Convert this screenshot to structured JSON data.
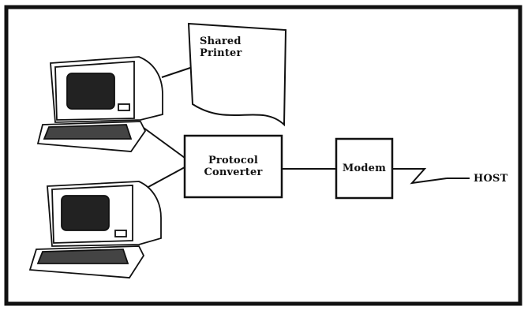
{
  "diagram": {
    "shared_printer": {
      "line1": "Shared",
      "line2": "Printer"
    },
    "protocol_converter": {
      "line1": "Protocol",
      "line2": "Converter"
    },
    "modem": {
      "label": "Modem"
    },
    "host": {
      "label": "HOST"
    }
  }
}
